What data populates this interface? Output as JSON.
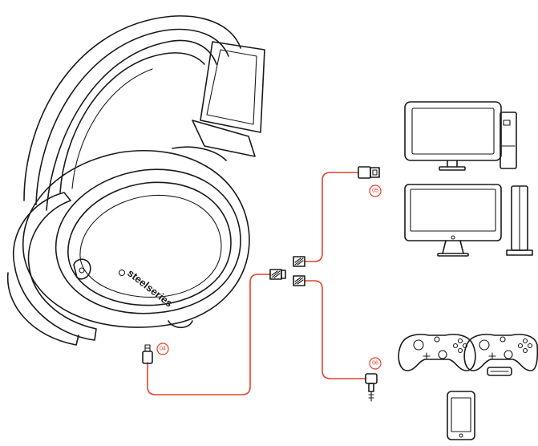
{
  "headset": {
    "brand_text": "steelseries"
  },
  "labels": {
    "badge_04": "04",
    "badge_05": "05",
    "badge_06": "06"
  },
  "devices": {
    "pc_tower": "pc-tower-icon",
    "imac": "imac-icon",
    "console_tower": "console-icon",
    "controller_left": "gamepad-icon",
    "controller_right": "gamepad-icon",
    "phone": "smartphone-icon"
  },
  "colors": {
    "cable": "#e8402a",
    "ink": "#1a1a1a"
  }
}
